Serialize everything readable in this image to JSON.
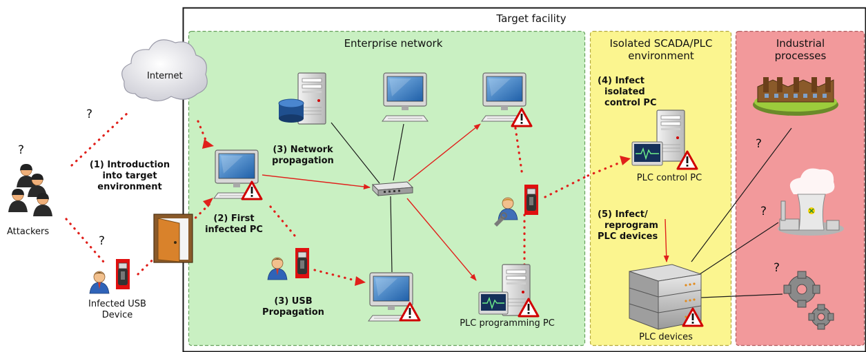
{
  "labels": {
    "target_facility": "Target facility",
    "enterprise_network": "Enterprise network",
    "scada_line1": "Isolated SCADA/PLC",
    "scada_line2": "environment",
    "industrial_line1": "Industrial",
    "industrial_line2": "processes",
    "internet": "Internet",
    "attackers": "Attackers",
    "infected_usb_line1": "Infected USB",
    "infected_usb_line2": "Device",
    "step1_line1": "(1) Introduction",
    "step1_line2": "into target",
    "step1_line3": "environment",
    "step2_line1": "(2) First",
    "step2_line2": "infected PC",
    "step3_net_line1": "(3) Network",
    "step3_net_line2": "propagation",
    "step3_usb_line1": "(3) USB",
    "step3_usb_line2": "Propagation",
    "step4_line1": "(4) Infect",
    "step4_line2": "isolated",
    "step4_line3": "control PC",
    "step5_line1": "(5) Infect/",
    "step5_line2": "reprogram",
    "step5_line3": "PLC devices",
    "plc_control_pc": "PLC control PC",
    "plc_programming_pc": "PLC programming PC",
    "plc_devices": "PLC devices",
    "question_mark": "?"
  },
  "colors": {
    "enterprise_bg": "#c9f0c2",
    "scada_bg": "#fbf58f",
    "industrial_bg": "#f2999b",
    "infection_arrow": "#e0201b",
    "usb_device": "#e01010",
    "warning_fill": "#ffffff",
    "warning_stroke": "#d00000"
  },
  "icons": [
    "cloud-icon",
    "computer-icon",
    "server-icon",
    "database-icon",
    "network-switch-icon",
    "usb-stick-icon",
    "door-icon",
    "person-icon",
    "technician-icon",
    "warning-icon",
    "plc-rack-icon",
    "factory-icon",
    "power-plant-icon",
    "gears-icon"
  ]
}
